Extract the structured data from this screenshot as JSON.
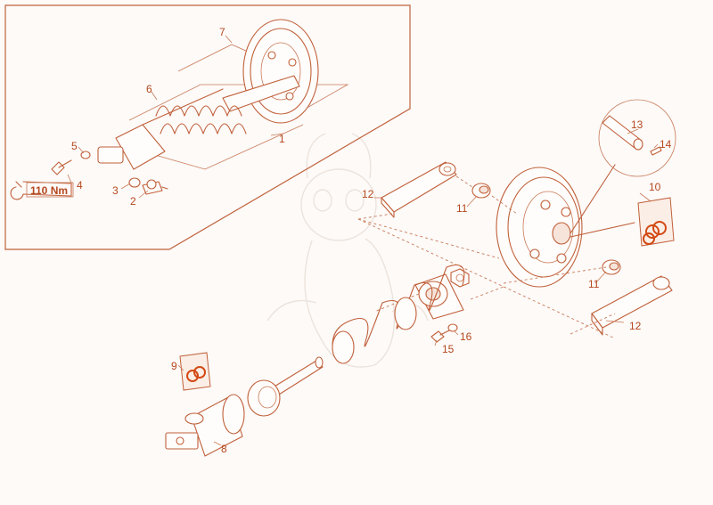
{
  "diagram": {
    "torque_label": "110 Nm",
    "callouts": {
      "c1": "1",
      "c2": "2",
      "c3": "3",
      "c4": "4",
      "c5": "5",
      "c6": "6",
      "c7": "7",
      "c8": "8",
      "c9": "9",
      "c10": "10",
      "c11a": "11",
      "c11b": "11",
      "c12a": "12",
      "c12b": "12",
      "c13": "13",
      "c14": "14",
      "c15": "15",
      "c16": "16"
    },
    "colors": {
      "line": "#c0603a",
      "accent": "#d24a14",
      "background": "#fdfaf8"
    }
  }
}
